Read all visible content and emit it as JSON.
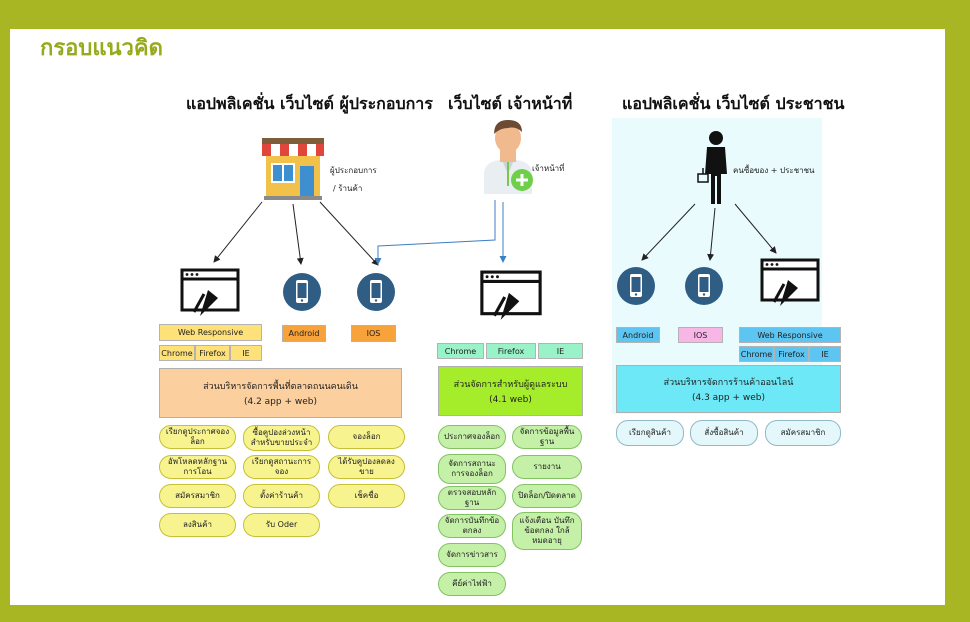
{
  "title": "กรอบแนวคิด",
  "columns": {
    "entrepreneur": {
      "heading": "แอปพลิเคชั่น เว็บไซต์ ผู้ประกอบการ",
      "role_label_1": "ผู้ประกอบการ",
      "role_label_2": "/ ร้านค้า",
      "platforms": [
        "Web Responsive",
        "Android",
        "IOS"
      ],
      "browsers": [
        "Chrome",
        "Firefox",
        "IE"
      ],
      "module_title": "ส่วนบริหารจัดการพื้นที่ตลาดถนนคนเดิน",
      "module_sub": "(4.2 app + web)",
      "functions": [
        "เรียกดูประกาศจองล็อก",
        "ซื้อคูปองล่วงหน้า สำหรับขายประจำ",
        "จองล็อก",
        "อัพโหลดหลักฐานการโอน",
        "เรียกดูสถานะการจอง",
        "ได้รับคูปองลดลงขาย",
        "สมัครสมาชิก",
        "ตั้งค่าร้านค้า",
        "เช็คชื่อ",
        "ลงสินค้า",
        "รับ Oder"
      ]
    },
    "staff": {
      "heading": "เว็บไซต์ เจ้าหน้าที่",
      "role_label": "เจ้าหน้าที่",
      "browsers": [
        "Chrome",
        "Firefox",
        "IE"
      ],
      "module_title": "ส่วนจัดการสำหรับผู้ดูแลระบบ",
      "module_sub": "(4.1 web)",
      "functions": [
        "ประกาศจองล็อก",
        "จัดการข้อมูลพื้นฐาน",
        "จัดการสถานะ การจองล็อก",
        "รายงาน",
        "ตรวจสอบหลักฐาน",
        "ปิดล็อก/ปิดตลาด",
        "จัดการบันทึกข้อตกลง",
        "แจ้งเตือน บันทึกข้อตกลง ใกล้หมดอายุ",
        "จัดการข่าวสาร",
        "คีย์ค่าไฟฟ้า"
      ]
    },
    "public": {
      "heading": "แอปพลิเคชั่น เว็บไซต์ ประชาชน",
      "role_label": "คนซื้อของ + ประชาชน",
      "platforms": [
        "Android",
        "IOS",
        "Web Responsive"
      ],
      "browsers": [
        "Chrome",
        "Firefox",
        "IE"
      ],
      "module_title": "ส่วนบริหารจัดการร้านค้าออนไลน์",
      "module_sub": "(4.3 app + web)",
      "functions": [
        "เรียกดูสินค้า",
        "สั่งซื้อสินค้า",
        "สมัครสมาชิก"
      ]
    }
  },
  "colors": {
    "frame": "#a8b624",
    "title": "#96aa1c",
    "orange_module": "#fbcf9e",
    "yellow_tag": "#ffe17a",
    "orange_tag": "#f7a23a",
    "green_module": "#a5ec2a",
    "green_tag": "#9af2c9",
    "cyan_module": "#6ce8f6",
    "blue_tag": "#5dc5f1",
    "pink_tag": "#f7b6e6",
    "phone_circle": "#2f5d84"
  }
}
